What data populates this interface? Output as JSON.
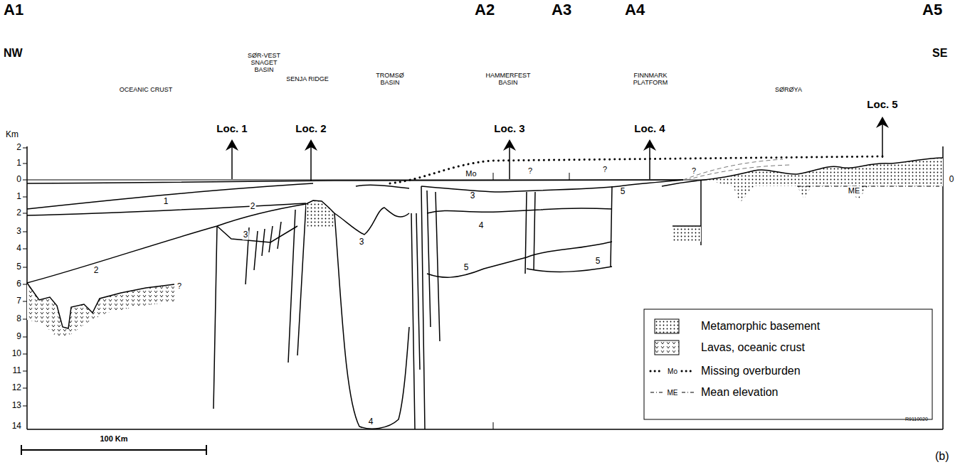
{
  "diagram": {
    "labels": [
      "A1",
      "A2",
      "A3",
      "A4",
      "A5",
      "NW",
      "SE",
      "OCEANIC CRUST",
      "SØR-VEST SNAGET BASIN",
      "SENJA RIDGE",
      "TROMSØ BASIN",
      "HAMMERFEST BASIN",
      "FINNMARK PLATFORM",
      "SØRØYA",
      "Km",
      "Loc. 1",
      "Loc. 2",
      "Loc. 3",
      "Loc. 4",
      "Loc. 5",
      "2",
      "1",
      "0",
      "1",
      "2",
      "3",
      "4",
      "5",
      "6",
      "7",
      "8",
      "9",
      "10",
      "11",
      "12",
      "13",
      "14",
      "0",
      "Mo",
      "?",
      "?",
      "?",
      "?",
      "ME",
      "1",
      "2",
      "2",
      "3",
      "3",
      "3",
      "4",
      "5",
      "5",
      "5",
      "4",
      "Mo",
      "ME",
      "R9110020",
      "100 Km",
      "(b)"
    ],
    "legend": [
      {
        "text": "Metamorphic basement"
      },
      {
        "text": "Lavas, oceanic crust"
      },
      {
        "text": "Missing overburden"
      },
      {
        "text": "Mean elevation"
      }
    ]
  }
}
